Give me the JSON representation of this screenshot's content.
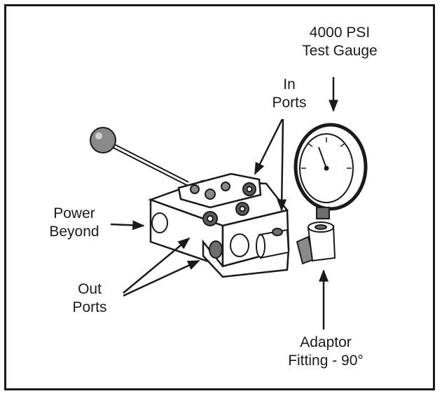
{
  "labels": {
    "gauge_line1": "4000 PSI",
    "gauge_line2": "Test Gauge",
    "in_line1": "In",
    "in_line2": "Ports",
    "power_line1": "Power",
    "power_line2": "Beyond",
    "out_line1": "Out",
    "out_line2": "Ports",
    "adaptor_line1": "Adaptor",
    "adaptor_line2": "Fitting - 90°"
  },
  "colors": {
    "ink": "#1a1a1a",
    "paper": "#ffffff",
    "shade": "#6e6e6e"
  }
}
